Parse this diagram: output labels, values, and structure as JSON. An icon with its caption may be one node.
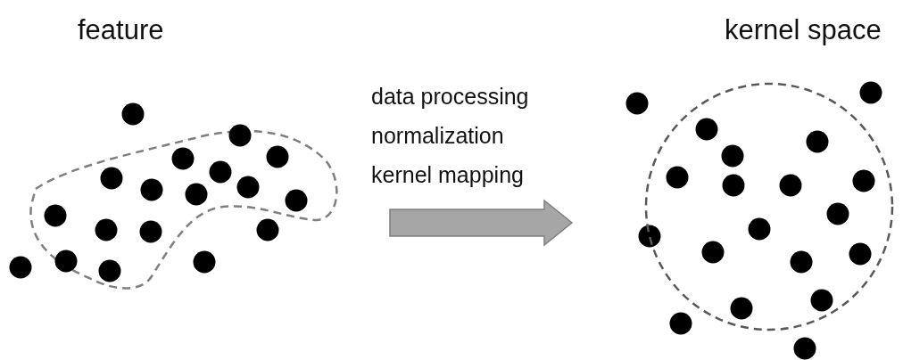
{
  "diagram": {
    "nodes": [
      {
        "text": [
          "feature"
        ]
      },
      {
        "text": [
          "kernel space"
        ]
      }
    ],
    "edges": [
      {
        "from": 0,
        "to": 1,
        "arrow": "to",
        "label": "data processing normalization kernel mapping"
      }
    ]
  }
}
